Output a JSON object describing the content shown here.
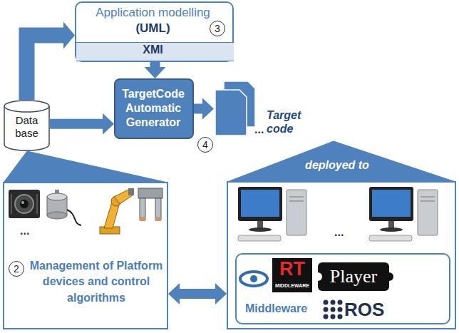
{
  "diagram": {
    "nodes": [
      {
        "text": [
          "Application modelling",
          "(UML)"
        ]
      },
      {
        "text": [
          "XMI"
        ],
        "in": 0
      },
      {
        "text": [
          "Data base"
        ]
      },
      {
        "text": [
          "TargetCode Automatic Generator"
        ]
      },
      {
        "text": [
          "Target code"
        ]
      },
      {
        "text": [
          "Management of Platform devices and control algorithms"
        ]
      },
      {
        "text": [
          "deployed to"
        ]
      },
      {
        "text": [
          "Middleware"
        ],
        "in": 6
      }
    ],
    "edges": [
      {
        "from": 2,
        "to": 0,
        "arrow": "to"
      },
      {
        "from": 1,
        "to": 3,
        "arrow": "to"
      },
      {
        "from": 2,
        "to": 3,
        "arrow": "to"
      },
      {
        "from": 3,
        "to": 4,
        "arrow": "to"
      },
      {
        "from": 5,
        "to": 6,
        "arrow": "both"
      }
    ],
    "labels": [
      "3",
      "4",
      "...",
      "2",
      "...",
      "...",
      "RT",
      "MIDDLEWARE",
      "Player",
      "ROS"
    ]
  }
}
